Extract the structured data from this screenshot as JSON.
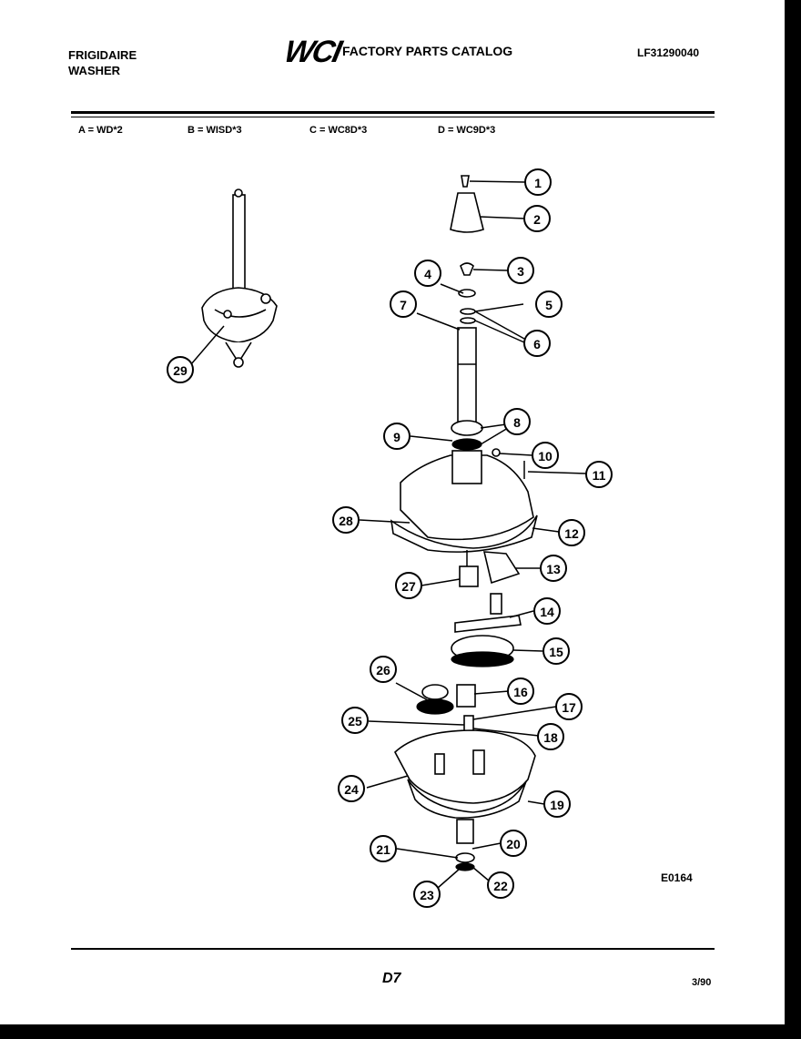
{
  "header": {
    "brand_line1": "FRIGIDAIRE",
    "brand_line2": "WASHER",
    "logo": "WCI",
    "catalog_title": "FACTORY PARTS CATALOG",
    "catalog_number": "LF31290040"
  },
  "models": [
    {
      "label": "A = WD*2"
    },
    {
      "label": "B = WISD*3"
    },
    {
      "label": "C = WC8D*3"
    },
    {
      "label": "D = WC9D*3"
    }
  ],
  "diagram": {
    "code": "E0164",
    "callouts": [
      "1",
      "2",
      "3",
      "4",
      "5",
      "6",
      "7",
      "8",
      "9",
      "10",
      "11",
      "12",
      "13",
      "14",
      "15",
      "16",
      "17",
      "18",
      "19",
      "20",
      "21",
      "22",
      "23",
      "24",
      "25",
      "26",
      "27",
      "28",
      "29"
    ]
  },
  "footer": {
    "page": "D7",
    "date": "3/90"
  }
}
